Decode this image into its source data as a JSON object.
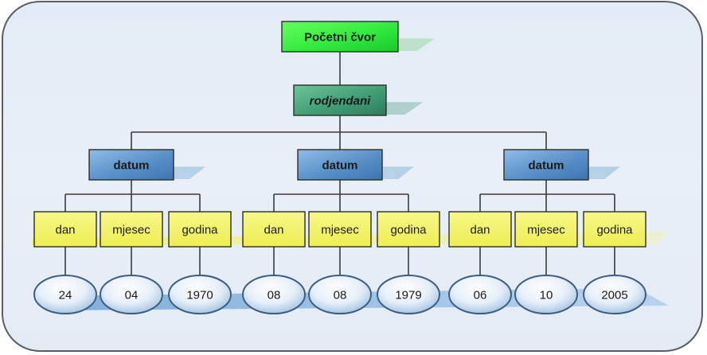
{
  "diagram": {
    "root": {
      "label": "Početni čvor",
      "color": "#22e83a"
    },
    "collection": {
      "label": "rodjendani",
      "color": "#3f9a72"
    },
    "records": [
      {
        "label": "datum",
        "fields": [
          {
            "name": "dan",
            "value": "24"
          },
          {
            "name": "mjesec",
            "value": "04"
          },
          {
            "name": "godina",
            "value": "1970"
          }
        ]
      },
      {
        "label": "datum",
        "fields": [
          {
            "name": "dan",
            "value": "08"
          },
          {
            "name": "mjesec",
            "value": "08"
          },
          {
            "name": "godina",
            "value": "1979"
          }
        ]
      },
      {
        "label": "datum",
        "fields": [
          {
            "name": "dan",
            "value": "06"
          },
          {
            "name": "mjesec",
            "value": "10"
          },
          {
            "name": "godina",
            "value": "2005"
          }
        ]
      }
    ],
    "colors": {
      "record": "#5a90c8",
      "field": "#f4f46a",
      "value": "#bcd4ec",
      "line": "#3a3a3a"
    }
  }
}
